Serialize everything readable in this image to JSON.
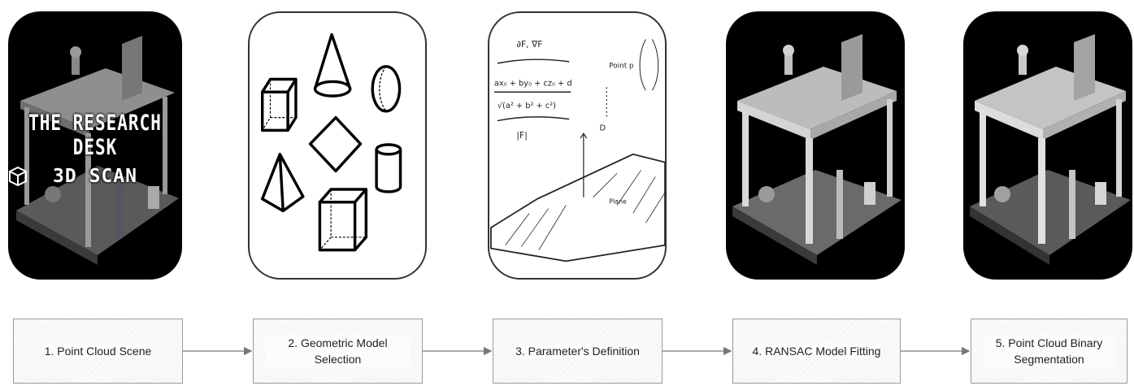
{
  "scan_overlay": {
    "title": "THE RESEARCH DESK",
    "subtitle": "3D SCAN"
  },
  "steps": [
    {
      "label": "1. Point Cloud Scene"
    },
    {
      "label": "2. Geometric Model Selection"
    },
    {
      "label": "3. Parameter's Definition"
    },
    {
      "label": "4. RANSAC Model Fitting"
    },
    {
      "label": "5. Point Cloud Binary Segmentation"
    }
  ],
  "sketch_text": {
    "line1": "∂F, ∇F",
    "eq1": "ax₀ + by₀ + cz₀ + d",
    "eq2": "√(a² + b² + c²)",
    "below": "|F|",
    "point_label": "Point p",
    "d_label": "D",
    "note": "Plane"
  },
  "colors": {
    "panel_dark": "#000000",
    "desk_gray": "#8f8f8f",
    "desk_light": "#c8c8c8",
    "floor": "#6a6a6a",
    "step_border": "#9a9a9a",
    "arrow": "#777777"
  }
}
